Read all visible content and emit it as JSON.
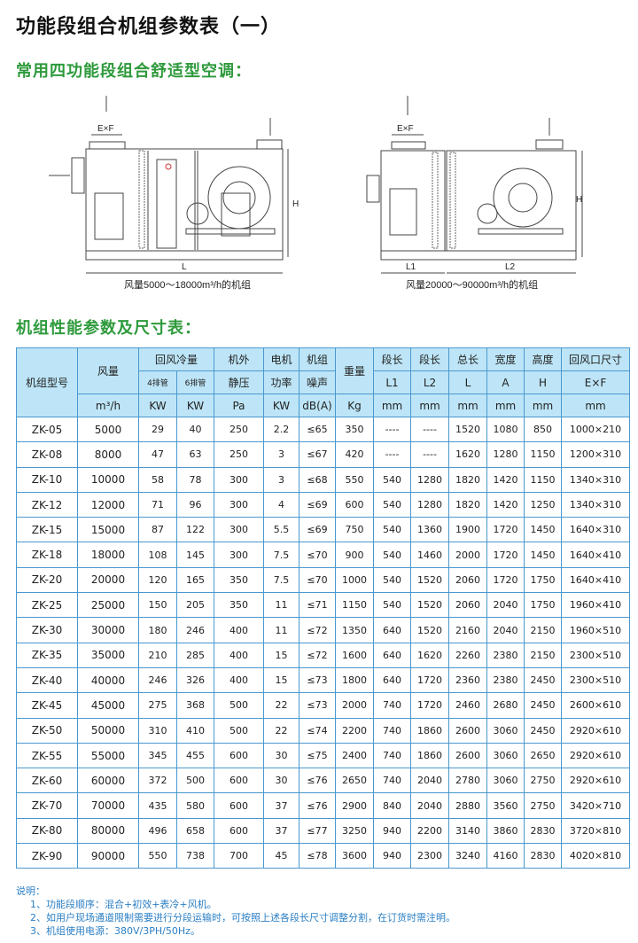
{
  "title": "功能段组合机组参数表（一）",
  "subtitle1": "常用四功能段组合舒适型空调：",
  "diagram1": {
    "ef": "E×F",
    "h": "H",
    "l": "L",
    "caption": "风量5000～18000m³/h的机组"
  },
  "diagram2": {
    "ef": "E×F",
    "h": "H",
    "l1": "L1",
    "l2": "L2",
    "caption": "风量20000～90000m³/h的机组"
  },
  "subtitle2": "机组性能参数及尺寸表：",
  "table": {
    "headers": {
      "model": "机组型号",
      "airflow": "风量",
      "cooling": "回风冷量",
      "row4": "4排管",
      "row6": "6排管",
      "pressure1": "机外",
      "pressure2": "静压",
      "motor1": "电机",
      "motor2": "功率",
      "noise1": "机组",
      "noise2": "噪声",
      "weight": "重量",
      "l1a": "段长",
      "l1b": "L1",
      "l2a": "段长",
      "l2b": "L2",
      "la": "总长",
      "lb": "L",
      "aa": "宽度",
      "ab": "A",
      "ha": "高度",
      "hb": "H",
      "efa": "回风口尺寸",
      "efb": "E×F"
    },
    "units": [
      "m³/h",
      "KW",
      "KW",
      "Pa",
      "KW",
      "dB(A)",
      "Kg",
      "mm",
      "mm",
      "mm",
      "mm",
      "mm",
      "mm"
    ],
    "rows": [
      [
        "ZK-05",
        "5000",
        "29",
        "40",
        "250",
        "2.2",
        "≤65",
        "350",
        "----",
        "----",
        "1520",
        "1080",
        "850",
        "1000×210"
      ],
      [
        "ZK-08",
        "8000",
        "47",
        "63",
        "250",
        "3",
        "≤67",
        "420",
        "----",
        "----",
        "1620",
        "1280",
        "1150",
        "1200×310"
      ],
      [
        "ZK-10",
        "10000",
        "58",
        "78",
        "300",
        "3",
        "≤68",
        "550",
        "540",
        "1280",
        "1820",
        "1420",
        "1150",
        "1340×310"
      ],
      [
        "ZK-12",
        "12000",
        "71",
        "96",
        "300",
        "4",
        "≤69",
        "600",
        "540",
        "1280",
        "1820",
        "1420",
        "1250",
        "1340×310"
      ],
      [
        "ZK-15",
        "15000",
        "87",
        "122",
        "300",
        "5.5",
        "≤69",
        "750",
        "540",
        "1360",
        "1900",
        "1720",
        "1450",
        "1640×310"
      ],
      [
        "ZK-18",
        "18000",
        "108",
        "145",
        "300",
        "7.5",
        "≤70",
        "900",
        "540",
        "1460",
        "2000",
        "1720",
        "1450",
        "1640×410"
      ],
      [
        "ZK-20",
        "20000",
        "120",
        "165",
        "350",
        "7.5",
        "≤70",
        "1000",
        "540",
        "1520",
        "2060",
        "1720",
        "1750",
        "1640×410"
      ],
      [
        "ZK-25",
        "25000",
        "150",
        "205",
        "350",
        "11",
        "≤71",
        "1150",
        "540",
        "1520",
        "2060",
        "2040",
        "1750",
        "1960×410"
      ],
      [
        "ZK-30",
        "30000",
        "180",
        "246",
        "400",
        "11",
        "≤72",
        "1350",
        "640",
        "1520",
        "2160",
        "2040",
        "2150",
        "1960×510"
      ],
      [
        "ZK-35",
        "35000",
        "210",
        "285",
        "400",
        "15",
        "≤72",
        "1600",
        "640",
        "1620",
        "2260",
        "2380",
        "2150",
        "2300×510"
      ],
      [
        "ZK-40",
        "40000",
        "246",
        "326",
        "400",
        "15",
        "≤73",
        "1800",
        "640",
        "1720",
        "2360",
        "2380",
        "2450",
        "2300×510"
      ],
      [
        "ZK-45",
        "45000",
        "275",
        "368",
        "500",
        "22",
        "≤73",
        "2000",
        "740",
        "1720",
        "2460",
        "2680",
        "2450",
        "2600×610"
      ],
      [
        "ZK-50",
        "50000",
        "310",
        "410",
        "500",
        "22",
        "≤74",
        "2200",
        "740",
        "1860",
        "2600",
        "3060",
        "2450",
        "2920×610"
      ],
      [
        "ZK-55",
        "55000",
        "345",
        "455",
        "600",
        "30",
        "≤75",
        "2400",
        "740",
        "1860",
        "2600",
        "3060",
        "2650",
        "2920×610"
      ],
      [
        "ZK-60",
        "60000",
        "372",
        "500",
        "600",
        "30",
        "≤76",
        "2650",
        "740",
        "2040",
        "2780",
        "3060",
        "2750",
        "2920×610"
      ],
      [
        "ZK-70",
        "70000",
        "435",
        "580",
        "600",
        "37",
        "≤76",
        "2900",
        "840",
        "2040",
        "2880",
        "3560",
        "2750",
        "3420×710"
      ],
      [
        "ZK-80",
        "80000",
        "496",
        "658",
        "600",
        "37",
        "≤77",
        "3250",
        "940",
        "2200",
        "3140",
        "3860",
        "2830",
        "3720×810"
      ],
      [
        "ZK-90",
        "90000",
        "550",
        "738",
        "700",
        "45",
        "≤78",
        "3600",
        "940",
        "2300",
        "3240",
        "4160",
        "2830",
        "4020×810"
      ]
    ]
  },
  "notes": {
    "heading": "说明：",
    "items": [
      "1、功能段顺序：混合+初效+表冷+风机。",
      "2、如用户现场通道限制需要进行分段运输时，可按照上述各段长尺寸调整分割，在订货时需注明。",
      "3、机组使用电源：380V/3PH/50Hz。"
    ]
  }
}
